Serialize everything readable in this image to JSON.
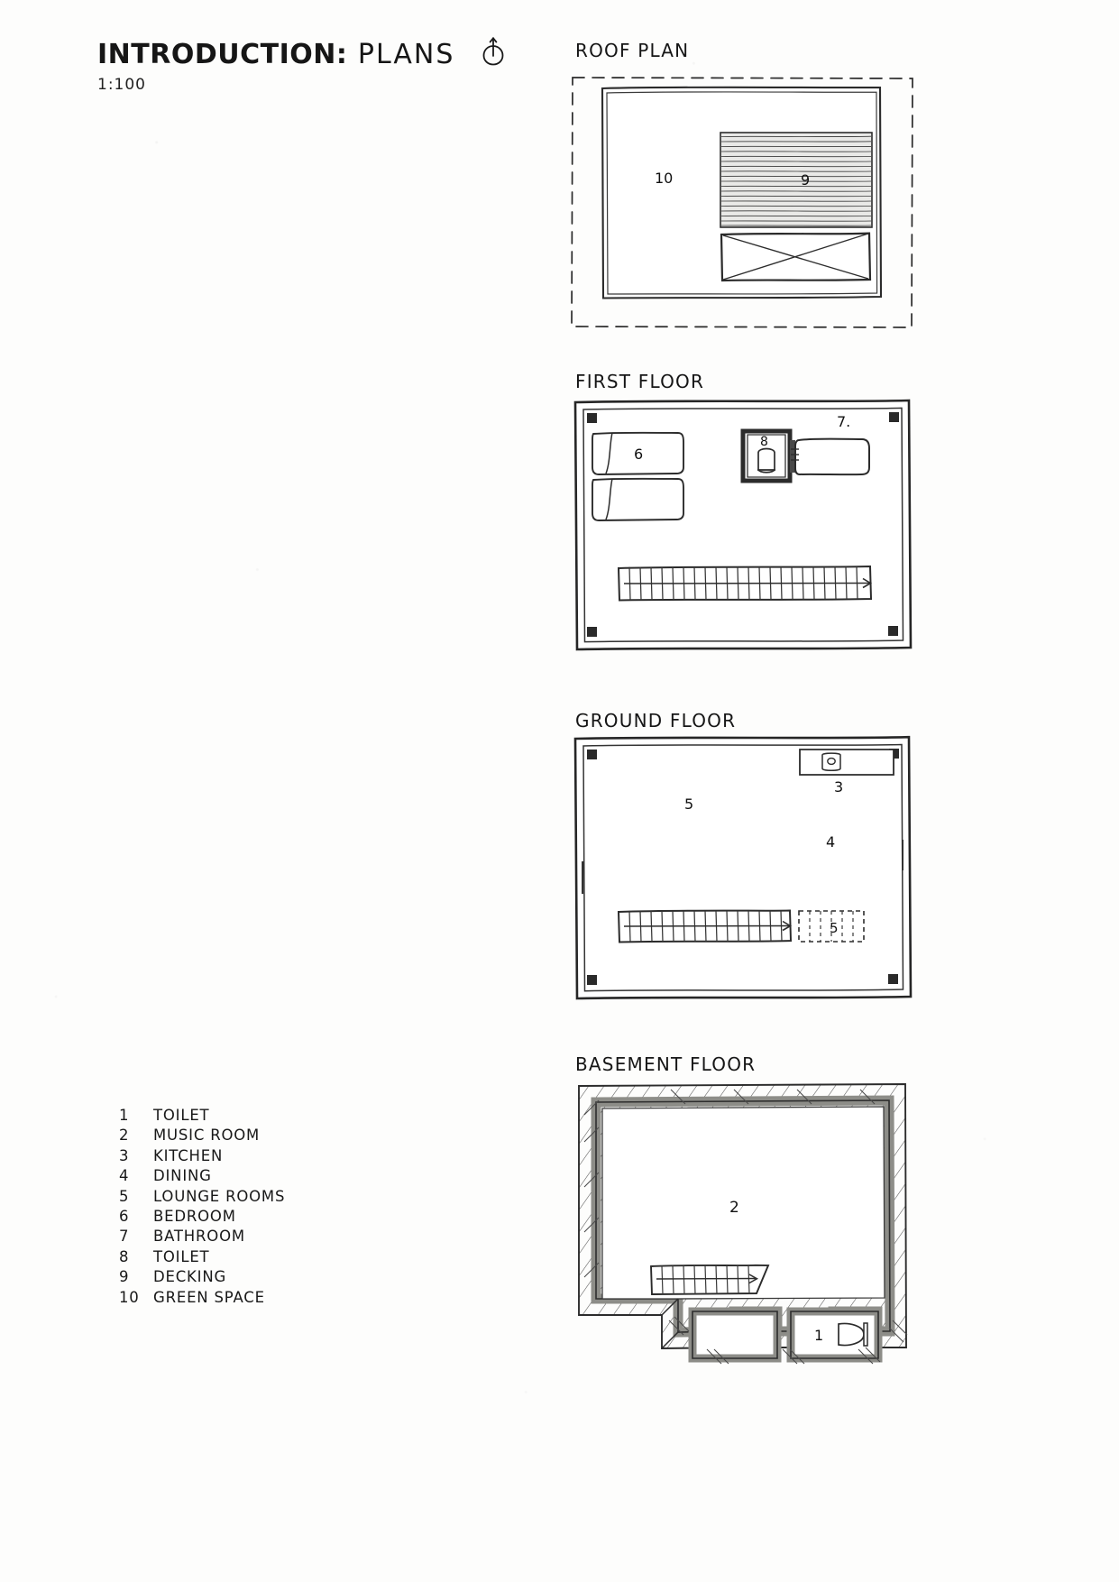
{
  "sheet": {
    "title_bold": "INTRODUCTION:",
    "title_light": " PLANS",
    "scale": "1:100",
    "north_icon": "north-arrow-icon"
  },
  "plans": [
    {
      "key": "roof",
      "title": "ROOF PLAN",
      "labels": [
        {
          "text": "10",
          "meaning": "GREEN SPACE"
        },
        {
          "text": "9",
          "meaning": "DECKING"
        }
      ]
    },
    {
      "key": "first",
      "title": "FIRST FLOOR",
      "labels": [
        {
          "text": "6",
          "meaning": "BEDROOM"
        },
        {
          "text": "8",
          "meaning": "TOILET"
        },
        {
          "text": "7.",
          "meaning": "BATHROOM"
        }
      ]
    },
    {
      "key": "ground",
      "title": "GROUND FLOOR",
      "labels": [
        {
          "text": "5",
          "meaning": "LOUNGE ROOMS"
        },
        {
          "text": "3",
          "meaning": "KITCHEN"
        },
        {
          "text": "4",
          "meaning": "DINING"
        },
        {
          "text": "5",
          "meaning": "LOUNGE ROOMS"
        }
      ]
    },
    {
      "key": "basement",
      "title": "BASEMENT FLOOR",
      "labels": [
        {
          "text": "2",
          "meaning": "MUSIC ROOM"
        },
        {
          "text": "1",
          "meaning": "TOILET"
        }
      ]
    }
  ],
  "legend": {
    "items": [
      {
        "num": "1",
        "label": "TOILET"
      },
      {
        "num": "2",
        "label": "MUSIC ROOM"
      },
      {
        "num": "3",
        "label": "KITCHEN"
      },
      {
        "num": "4",
        "label": "DINING"
      },
      {
        "num": "5",
        "label": "LOUNGE  ROOMS"
      },
      {
        "num": "6",
        "label": "BEDROOM"
      },
      {
        "num": "7",
        "label": "BATHROOM"
      },
      {
        "num": "8",
        "label": "TOILET"
      },
      {
        "num": "9",
        "label": "DECKING"
      },
      {
        "num": "10",
        "label": "GREEN SPACE"
      }
    ]
  },
  "colors": {
    "ink": "#1a1a1a",
    "paper": "#fdfdfc",
    "hatch_fill": "#e9e9e7",
    "basement_wall": "#8d8d88"
  }
}
